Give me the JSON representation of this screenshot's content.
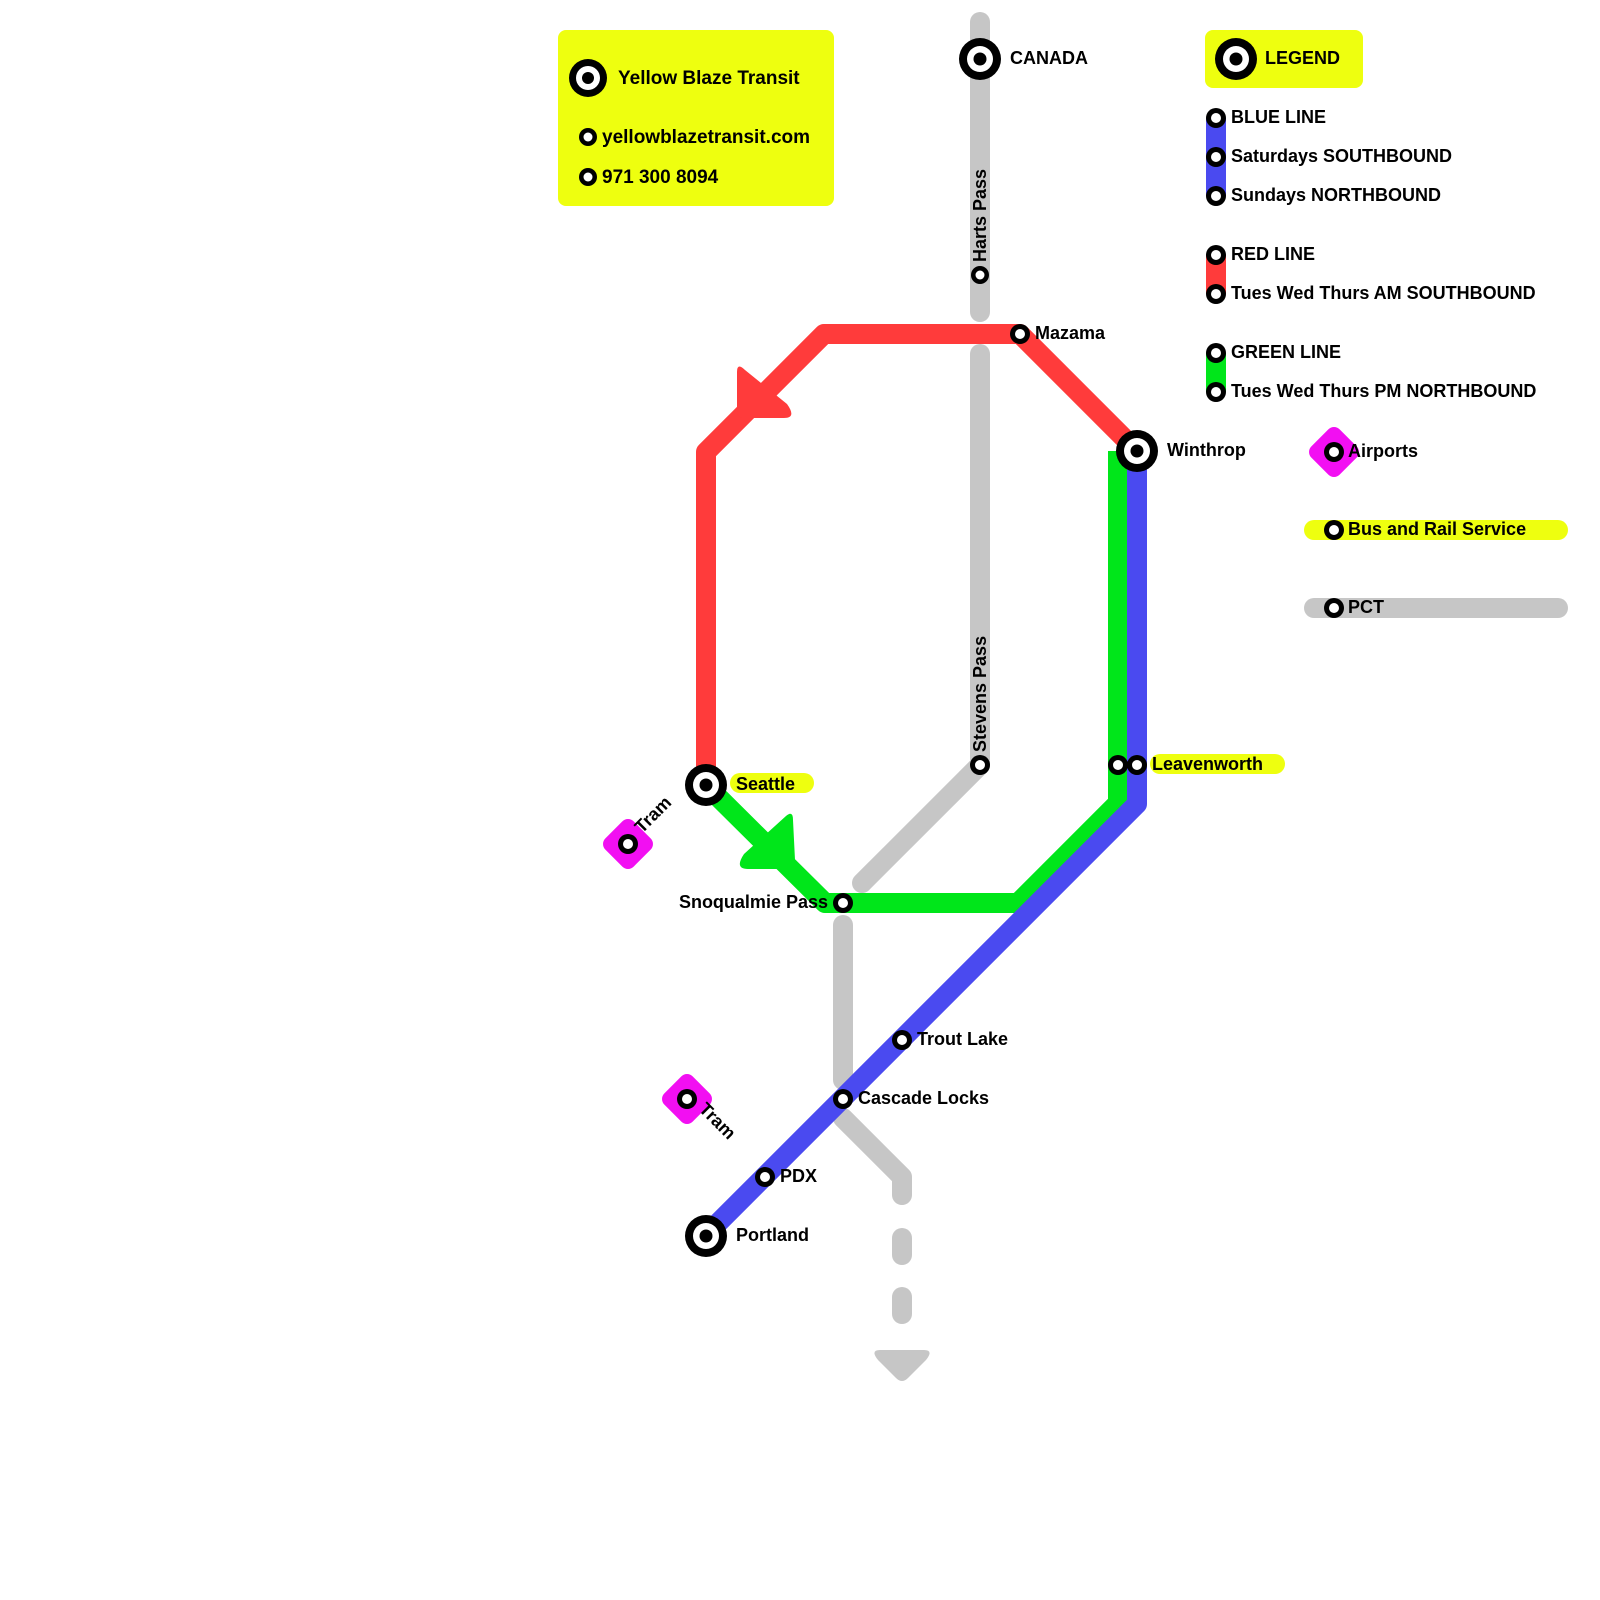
{
  "colors": {
    "blue": "#4a4af0",
    "red": "#ff3b3b",
    "green": "#00e61a",
    "grey": "#c6c6c6",
    "yellow": "#eeff0f",
    "magenta": "#f20ff2",
    "station_ring": "#000000",
    "station_fill": "#ffffff"
  },
  "info_box": {
    "title": "Yellow Blaze Transit",
    "website": "yellowblazetransit.com",
    "phone": "971 300 8094"
  },
  "legend": {
    "title": "LEGEND",
    "blue_line": {
      "name": "BLUE LINE",
      "schedule_1": "Saturdays SOUTHBOUND",
      "schedule_2": "Sundays NORTHBOUND"
    },
    "red_line": {
      "name": "RED LINE",
      "schedule": "Tues Wed Thurs AM SOUTHBOUND"
    },
    "green_line": {
      "name": "GREEN LINE",
      "schedule": "Tues Wed Thurs PM NORTHBOUND"
    },
    "airports": "Airports",
    "bus_rail": "Bus and Rail Service",
    "pct": "PCT"
  },
  "stations": {
    "canada": "CANADA",
    "harts_pass": "Harts Pass",
    "mazama": "Mazama",
    "winthrop": "Winthrop",
    "stevens_pass": "Stevens Pass",
    "leavenworth": "Leavenworth",
    "seattle": "Seattle",
    "snoqualmie_pass": "Snoqualmie Pass",
    "trout_lake": "Trout Lake",
    "cascade_locks": "Cascade Locks",
    "pdx": "PDX",
    "portland": "Portland",
    "tram_north": "Tram",
    "tram_south": "Tram"
  }
}
